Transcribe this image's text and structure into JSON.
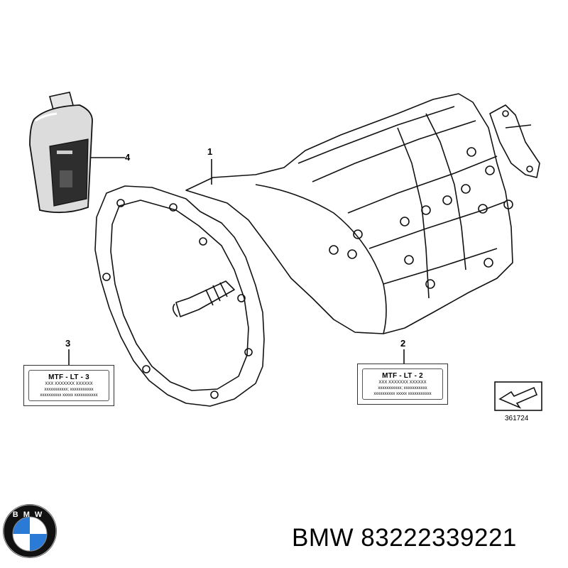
{
  "callouts": {
    "one": "1",
    "two": "2",
    "three": "3",
    "four": "4"
  },
  "labels": {
    "lt3": {
      "title": "MTF - LT - 3",
      "line1": "XXX XXXXXXX XXXXXX",
      "line2": "xxxxxxxxxxx; xxxxxxxxxxx",
      "line3": "xxxxxxxxxx xxxxx xxxxxxxxxxx"
    },
    "lt2": {
      "title": "MTF - LT - 2",
      "line1": "XXX XXXXXXX XXXXXX",
      "line2": "xxxxxxxxxxx; xxxxxxxxxxx",
      "line3": "xxxxxxxxxx xxxxx xxxxxxxxxxx"
    }
  },
  "ref_number": "361724",
  "footer": {
    "brand_text": "BMW 83222339221",
    "logo_lettering": "BMW"
  },
  "colors": {
    "logo_blue": "#2b7bd6",
    "logo_ring": "#111111",
    "bottle": "#d9d9d9",
    "bottle_label": "#333333"
  }
}
